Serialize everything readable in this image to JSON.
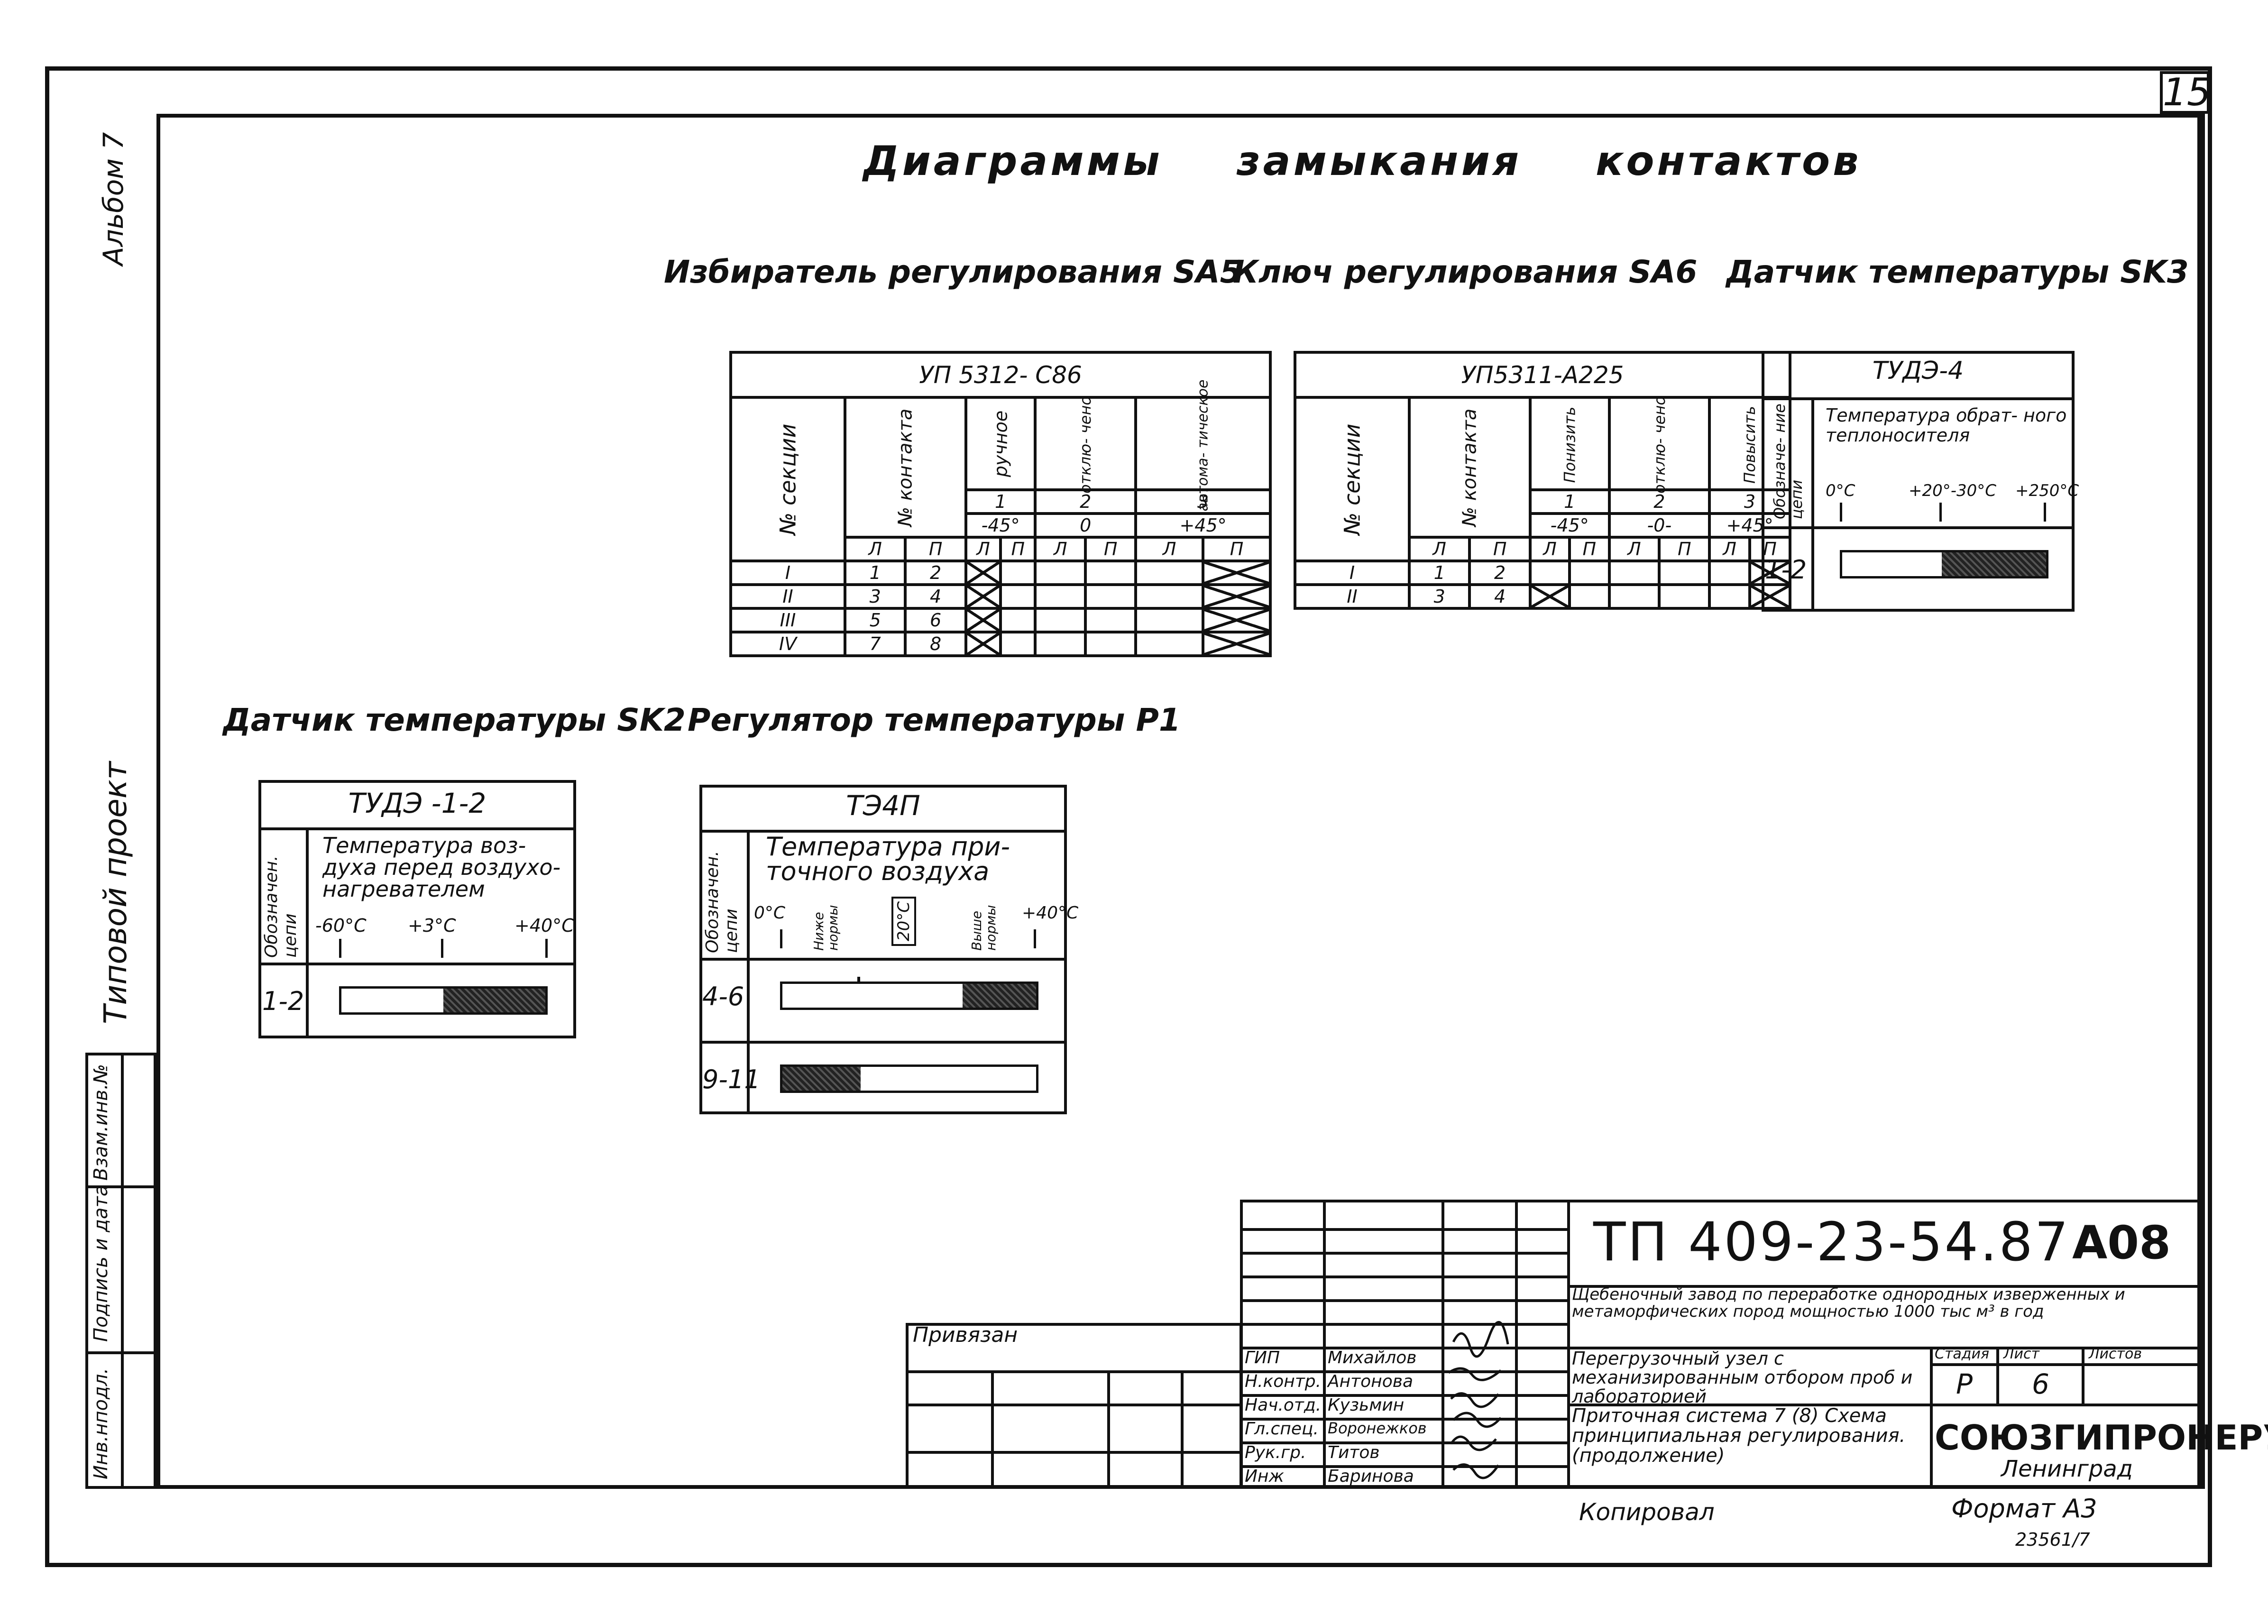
{
  "sheet_number": "15",
  "margin_labels": {
    "album": "Альбом 7",
    "project": "Типовой проект",
    "inv_orig": "Инв.нподл.",
    "sign_date": "Подпись и дата",
    "replace": "Взам.инв.№"
  },
  "title": "Диаграммы замыкания контактов",
  "selector_sa5": {
    "caption": "Избиратель регулирования SA5",
    "model": "УП 5312- С86",
    "col_section": "№ секции",
    "col_contact": "№ контакта",
    "modes": [
      "ручное",
      "отклю- чено",
      "автома- тическое"
    ],
    "positions": [
      "1",
      "2",
      "3"
    ],
    "angles": [
      "-45°",
      "0",
      "+45°"
    ],
    "lp": [
      "Л",
      "П"
    ],
    "sections": [
      "I",
      "II",
      "III",
      "IV"
    ],
    "contacts": [
      [
        "1",
        "2"
      ],
      [
        "3",
        "4"
      ],
      [
        "5",
        "6"
      ],
      [
        "7",
        "8"
      ]
    ]
  },
  "key_sa6": {
    "caption": "Ключ регулирования SA6",
    "model": "УП5311-А225",
    "col_section": "№ секции",
    "col_contact": "№ контакта",
    "modes": [
      "Понизить",
      "отклю- чено",
      "Повысить"
    ],
    "positions": [
      "1",
      "2",
      "3"
    ],
    "angles": [
      "-45°",
      "-0-",
      "+45°"
    ],
    "lp": [
      "Л",
      "П"
    ],
    "sections": [
      "I",
      "II"
    ],
    "contacts": [
      [
        "1",
        "2"
      ],
      [
        "3",
        "4"
      ]
    ]
  },
  "sensor_sk3": {
    "caption": "Датчик температуры SK3",
    "model": "ТУДЭ-4",
    "col_circuit": "Обозначе- ние цепи",
    "header": "Температура обрат- ного теплоносителя",
    "scale": [
      "0°С",
      "+20°-30°С",
      "+250°С"
    ],
    "row": "1-2"
  },
  "sensor_sk2": {
    "caption": "Датчик температуры SK2",
    "model": "ТУДЭ -1-2",
    "col_circuit": "Обозначен. цепи",
    "header": "Температура воз- духа перед воздухо- нагревателем",
    "scale": [
      "-60°С",
      "+3°С",
      "+40°С"
    ],
    "row": "1-2"
  },
  "regulator_p1": {
    "caption": "Регулятор температуры Р1",
    "model": "ТЭ4П",
    "col_circuit": "Обозначен. цепи",
    "header": "Температура при- точного воздуха",
    "scale": [
      "0°С",
      "Ниже нормы",
      "20°С",
      "Выше нормы",
      "+40°С"
    ],
    "rows": [
      "4-6",
      "9-11"
    ]
  },
  "title_block": {
    "doc_code": "ТП 409-23-54.87",
    "sheet_code": "А08",
    "object": "Щебеночный завод по переработке однородных изверженных и метаморфических пород мощностью 1000 тыс м³ в год",
    "unit": "Перегрузочный узел с механизированным отбором проб и лабораторией",
    "drawing": "Приточная система 7 (8) Схема принципиальная регулирования. (продолжение)",
    "binding": "Привязан",
    "stage_h": "Стадия",
    "sheet_h": "Лист",
    "sheets_h": "Листов",
    "stage": "Р",
    "sheet": "6",
    "org": "СОЮЗГИПРОНЕРУД",
    "city": "Ленинград",
    "roles": [
      "ГИП",
      "Н.контр.",
      "Нач.отд.",
      "Гл.спец.",
      "Рук.гр.",
      "Инж"
    ],
    "names": [
      "Михайлов",
      "Антонова",
      "Кузьмин",
      "Воронежков",
      "Титов",
      "Баринова"
    ]
  },
  "copied": "Копировал",
  "format": "Формат А3",
  "stamp_number": "23561/7"
}
